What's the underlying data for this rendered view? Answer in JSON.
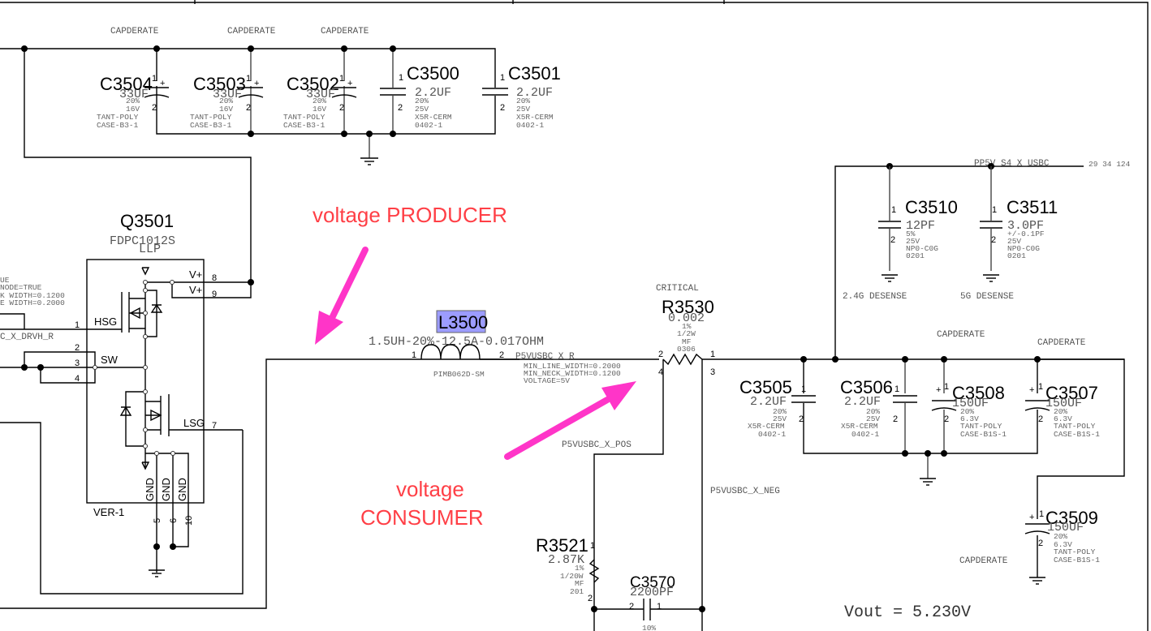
{
  "annotations": {
    "producer_line1": "voltage PRODUCER",
    "consumer_line1": "voltage",
    "consumer_line2": "CONSUMER",
    "vout": "Vout = 5.230V",
    "arrow_color": "#ff35c8",
    "text_color": "#ff3f46",
    "highlight_color": "#9c9cff"
  },
  "capderate_label": "CAPDERATE",
  "top_caps": [
    {
      "ref": "C3504",
      "value": "33UF",
      "specs": [
        "20%",
        "16V",
        "TANT-POLY",
        "CASE-B3-1"
      ]
    },
    {
      "ref": "C3503",
      "value": "33UF",
      "specs": [
        "20%",
        "16V",
        "TANT-POLY",
        "CASE-B3-1"
      ]
    },
    {
      "ref": "C3502",
      "value": "33UF",
      "specs": [
        "20%",
        "16V",
        "TANT-POLY",
        "CASE-B3-1"
      ]
    },
    {
      "ref": "C3500",
      "value": "2.2UF",
      "specs": [
        "20%",
        "25V",
        "X5R-CERM",
        "0402-1"
      ]
    },
    {
      "ref": "C3501",
      "value": "2.2UF",
      "specs": [
        "20%",
        "25V",
        "X5R-CERM",
        "0402-1"
      ]
    }
  ],
  "q3501": {
    "ref": "Q3501",
    "part": "FDPC1012S",
    "pkg": "LLP",
    "ver": "VER-1",
    "pins": {
      "vp1": "V+",
      "vp2": "V+",
      "hsg": "HSG",
      "sw": "SW",
      "lsg": "LSG",
      "gnd": "GND"
    },
    "pin_numbers": {
      "p1": "1",
      "p2": "2",
      "p3": "3",
      "p4": "4",
      "p5": "5",
      "p6": "6",
      "p7": "7",
      "p8": "8",
      "p9": "9",
      "p10": "10"
    },
    "net_props": [
      "UE",
      "NODE=TRUE",
      "K WIDTH=0.1200",
      "E WIDTH=0.2000"
    ],
    "net_name": "C_X_DRVH_R"
  },
  "l3500": {
    "ref": "L3500",
    "value": "1.5UH-20%-12.5A-0.017OHM",
    "pkg": "PIMB062D-SM",
    "pin1": "1",
    "pin2": "2",
    "net": "P5VUSBC_X_R",
    "net_props": [
      "MIN_LINE_WIDTH=0.2000",
      "MIN_NECK_WIDTH=0.1200",
      "VOLTAGE=5V"
    ]
  },
  "r3530": {
    "tag": "CRITICAL",
    "ref": "R3530",
    "value": "0.002",
    "specs": [
      "1%",
      "1/2W",
      "MF",
      "0306"
    ],
    "pins": [
      "2",
      "1",
      "4",
      "3"
    ]
  },
  "nets": {
    "pos": "P5VUSBC_X_POS",
    "neg": "P5VUSBC_X_NEG",
    "out": "PP5V_S4_X_USBC",
    "out_refs": "29  34  124"
  },
  "desense_caps": [
    {
      "ref": "C3510",
      "value": "12PF",
      "specs": [
        "5%",
        "25V",
        "NP0-C0G",
        "0201"
      ],
      "note": "2.4G DESENSE"
    },
    {
      "ref": "C3511",
      "value": "3.0PF",
      "specs": [
        "+/-0.1PF",
        "25V",
        "NP0-C0G",
        "0201"
      ],
      "note": "5G DESENSE"
    }
  ],
  "out_caps": [
    {
      "ref": "C3505",
      "value": "2.2UF",
      "specs": [
        "20%",
        "25V",
        "X5R-CERM",
        "0402-1"
      ]
    },
    {
      "ref": "C3506",
      "value": "2.2UF",
      "specs": [
        "20%",
        "25V",
        "X5R-CERM",
        "0402-1"
      ]
    },
    {
      "ref": "C3508",
      "value": "150UF",
      "specs": [
        "20%",
        "6.3V",
        "TANT-POLY",
        "CASE-B1S-1"
      ]
    },
    {
      "ref": "C3507",
      "value": "150UF",
      "specs": [
        "20%",
        "6.3V",
        "TANT-POLY",
        "CASE-B1S-1"
      ]
    },
    {
      "ref": "C3509",
      "value": "150UF",
      "specs": [
        "20%",
        "6.3V",
        "TANT-POLY",
        "CASE-B1S-1"
      ]
    }
  ],
  "r3521": {
    "ref": "R3521",
    "value": "2.87K",
    "specs": [
      "1%",
      "1/20W",
      "MF",
      "201"
    ]
  },
  "c3570": {
    "ref": "C3570",
    "value": "2200PF",
    "spec": "10%"
  }
}
